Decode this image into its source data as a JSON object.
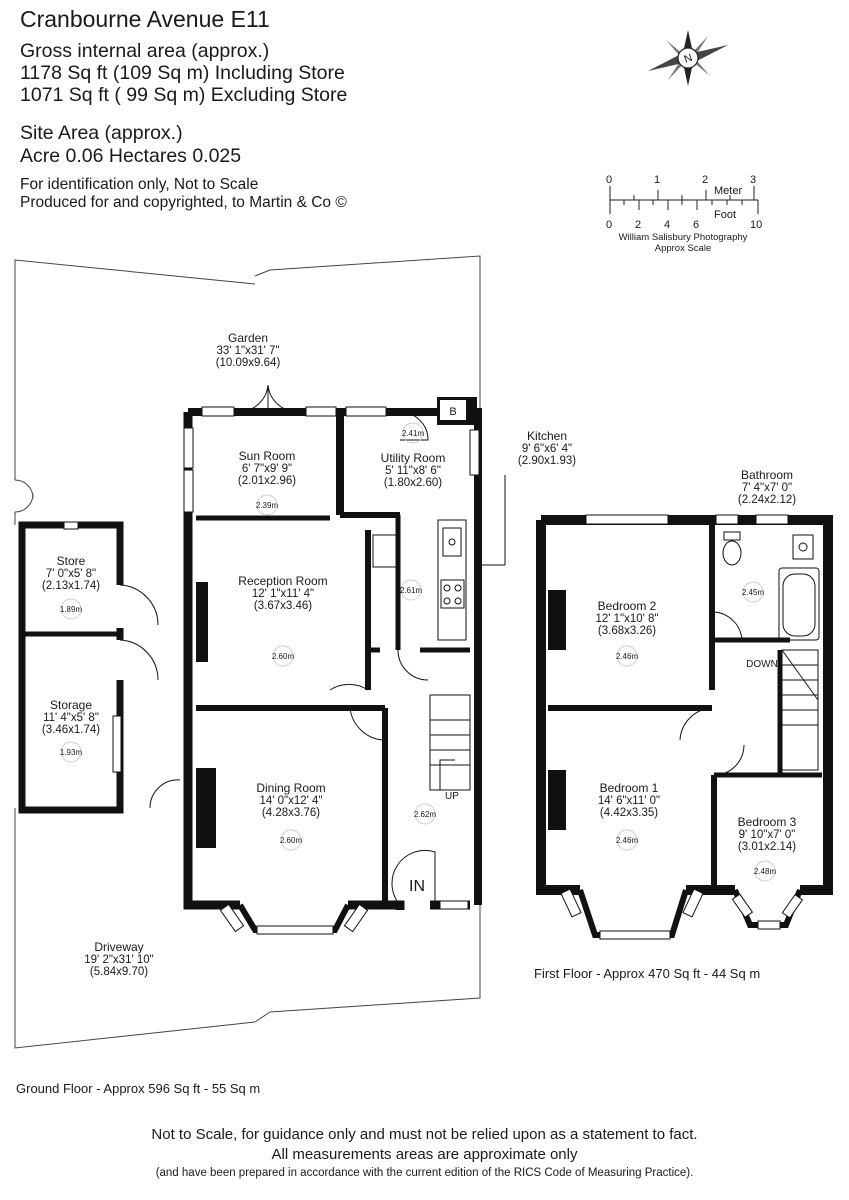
{
  "header": {
    "title": "Cranbourne Avenue E11",
    "gia_label": "Gross internal area (approx.)",
    "area_incl": "1178 Sq ft (109 Sq m) Including Store",
    "area_excl": "1071 Sq ft ( 99 Sq m) Excluding Store",
    "site_label": "Site Area (approx.)",
    "site_value": "Acre 0.06 Hectares 0.025",
    "id_note": "For identification only, Not to Scale",
    "copyright": "Produced for and copyrighted, to Martin & Co ©"
  },
  "scale_bar": {
    "meter_label": "Meter",
    "foot_label": "Foot",
    "meter_ticks": [
      "0",
      "1",
      "2",
      "3"
    ],
    "foot_ticks": [
      "0",
      "2",
      "4",
      "6",
      "10"
    ],
    "credit": "William Salisbury Photography",
    "approx": "Approx Scale"
  },
  "rooms": {
    "garden": {
      "name": "Garden",
      "dim_imperial": "33' 1\"x31' 7\"",
      "dim_metric": "(10.09x9.64)"
    },
    "sun_room": {
      "name": "Sun Room",
      "dim_imperial": "6' 7\"x9' 9\"",
      "dim_metric": "(2.01x2.96)",
      "height": "2.39m"
    },
    "utility_room": {
      "name": "Utility Room",
      "dim_imperial": "5' 11\"x8' 6\"",
      "dim_metric": "(1.80x2.60)",
      "height": "2.41m"
    },
    "kitchen": {
      "name": "Kitchen",
      "dim_imperial": "9' 6\"x6' 4\"",
      "dim_metric": "(2.90x1.93)",
      "height": "2.61m"
    },
    "reception_room": {
      "name": "Reception Room",
      "dim_imperial": "12' 1\"x11' 4\"",
      "dim_metric": "(3.67x3.46)",
      "height": "2.60m"
    },
    "dining_room": {
      "name": "Dining Room",
      "dim_imperial": "14' 0\"x12' 4\"",
      "dim_metric": "(4.28x3.76)",
      "height": "2.60m"
    },
    "store": {
      "name": "Store",
      "dim_imperial": "7' 0\"x5' 8\"",
      "dim_metric": "(2.13x1.74)",
      "height": "1.89m"
    },
    "storage": {
      "name": "Storage",
      "dim_imperial": "11' 4\"x5' 8\"",
      "dim_metric": "(3.46x1.74)",
      "height": "1.93m"
    },
    "driveway": {
      "name": "Driveway",
      "dim_imperial": "19' 2\"x31' 10\"",
      "dim_metric": "(5.84x9.70)"
    },
    "hall": {
      "height": "2.62m"
    },
    "bathroom": {
      "name": "Bathroom",
      "dim_imperial": "7' 4\"x7' 0\"",
      "dim_metric": "(2.24x2.12)",
      "height": "2.45m"
    },
    "bedroom_2": {
      "name": "Bedroom 2",
      "dim_imperial": "12' 1\"x10' 8\"",
      "dim_metric": "(3.68x3.26)",
      "height": "2.46m"
    },
    "bedroom_1": {
      "name": "Bedroom 1",
      "dim_imperial": "14' 6\"x11' 0\"",
      "dim_metric": "(4.42x3.35)",
      "height": "2.46m"
    },
    "bedroom_3": {
      "name": "Bedroom 3",
      "dim_imperial": "9' 10\"x7' 0\"",
      "dim_metric": "(3.01x2.14)",
      "height": "2.48m"
    }
  },
  "labels": {
    "boiler": "B",
    "up": "UP",
    "down": "DOWN",
    "entrance": "IN"
  },
  "floors": {
    "ground": "Ground Floor - Approx 596 Sq ft - 55 Sq m",
    "first": "First Floor - Approx 470 Sq ft - 44 Sq m"
  },
  "footer": {
    "line1": "Not to Scale, for guidance only and must not be relied upon as a statement to fact.",
    "line2": "All measurements areas are approximate only",
    "line3": "(and have been prepared in accordance with the current edition of the RICS Code of Measuring Practice)."
  }
}
